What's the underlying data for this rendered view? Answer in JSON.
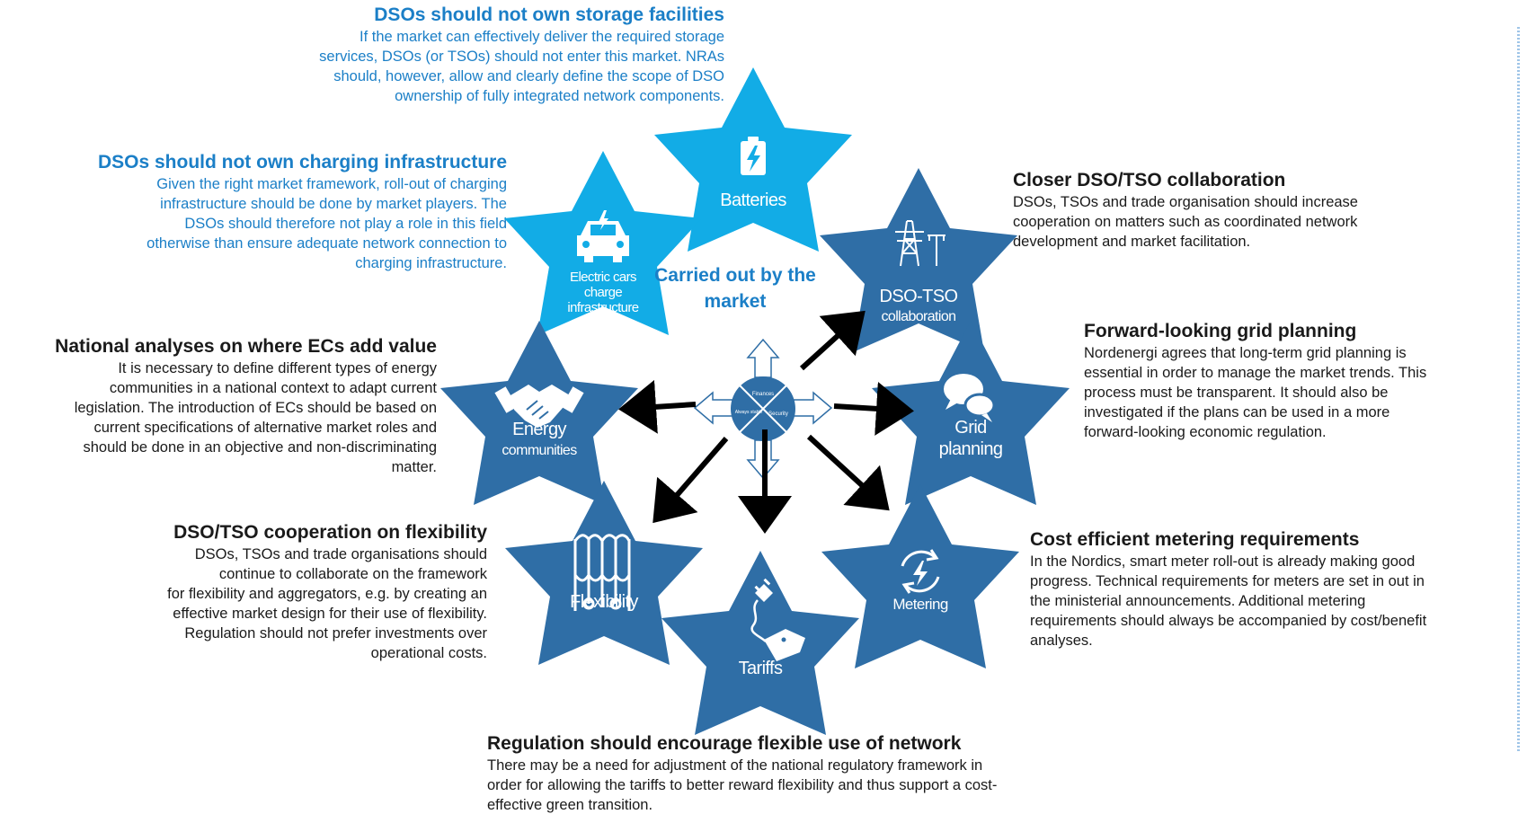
{
  "colors": {
    "market_star": "#12ace6",
    "dso_star": "#2f6ea6",
    "heading_blue": "#1b7fc7",
    "arrow": "#000000"
  },
  "center": {
    "label": "Carried out by the market",
    "icon_texts": [
      "Finances",
      "Always stable",
      "Security"
    ]
  },
  "stars": [
    {
      "id": "batteries",
      "label_lines": [
        "Batteries"
      ],
      "icon": "battery-icon"
    },
    {
      "id": "electric-cars",
      "label_lines": [
        "Electric cars",
        "charge",
        "infrastructure"
      ],
      "icon": "electric-car-icon"
    },
    {
      "id": "dso-tso",
      "label_lines": [
        "DSO-TSO",
        "collaboration"
      ],
      "icon": "power-pylon-icon"
    },
    {
      "id": "grid-planning",
      "label_lines": [
        "Grid",
        "planning"
      ],
      "icon": "speech-bubbles-icon"
    },
    {
      "id": "metering",
      "label_lines": [
        "Metering"
      ],
      "icon": "meter-cycle-icon"
    },
    {
      "id": "tariffs",
      "label_lines": [
        "Tariffs"
      ],
      "icon": "plug-tag-icon"
    },
    {
      "id": "flexibility",
      "label_lines": [
        "Flexibility"
      ],
      "icon": "flexibility-icon"
    },
    {
      "id": "energy-communities",
      "label_lines": [
        "Energy",
        "communities"
      ],
      "icon": "handshake-icon"
    }
  ],
  "blocks": {
    "storage": {
      "title": "DSOs should not own storage facilities",
      "lines": [
        "If the market can effectively deliver the required storage",
        "services, DSOs (or TSOs) should not enter this market. NRAs",
        "should, however, allow and clearly define the scope of DSO",
        "ownership of fully integrated network components."
      ]
    },
    "charging": {
      "title": "DSOs should not own charging infrastructure",
      "lines": [
        "Given the right market framework, roll-out of  charging",
        "infrastructure should be done by market players. The",
        "DSOs should therefore not play a role in this field",
        "otherwise than ensure adequate network connection to",
        "charging infrastructure."
      ]
    },
    "collab": {
      "title": "Closer DSO/TSO collaboration",
      "lines": [
        "DSOs, TSOs and trade organisation should increase",
        "cooperation on matters such as coordinated network",
        "development and market facilitation."
      ]
    },
    "national": {
      "title": "National analyses on where ECs add value",
      "lines": [
        "It is necessary to define different types of energy",
        "communities in a national context to adapt current",
        "legislation. The introduction of ECs should be based on",
        "current specifications of alternative market roles and",
        "should be done in an objective and non-discriminating",
        "matter."
      ]
    },
    "grid": {
      "title": "Forward-looking grid planning",
      "lines": [
        "Nordenergi agrees that long-term grid planning is",
        "essential in order to manage the market trends. This",
        "process must be transparent. It should also be",
        "investigated if the plans can be used in a more",
        "forward-looking economic regulation."
      ]
    },
    "flex": {
      "title": "DSO/TSO cooperation on flexibility",
      "lines": [
        "DSOs, TSOs and trade organisations should",
        "continue to collaborate on the framework",
        "for flexibility and aggregators, e.g. by creating an",
        "effective market design for their use of flexibility.",
        "Regulation should not prefer investments over",
        "operational costs."
      ]
    },
    "metering": {
      "title": "Cost efficient metering requirements",
      "lines": [
        "In the Nordics, smart meter roll-out is already making good",
        "progress. Technical requirements for meters are set in out in",
        "the ministerial announcements. Additional metering",
        "requirements should always be accompanied by cost/benefit",
        "analyses."
      ]
    },
    "regulation": {
      "title": "Regulation should encourage flexible use of network",
      "lines": [
        "There may be a need for adjustment of the national regulatory framework in",
        "order for allowing the tariffs to better reward flexibility and thus support a cost-",
        "effective green transition."
      ]
    }
  }
}
